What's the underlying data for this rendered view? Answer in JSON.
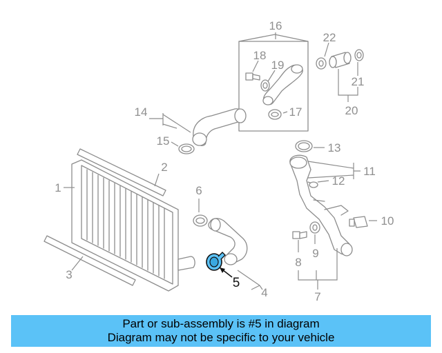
{
  "diagram": {
    "callouts": [
      "16",
      "22",
      "18",
      "19",
      "21",
      "20",
      "17",
      "14",
      "15",
      "13",
      "11",
      "12",
      "2",
      "1",
      "6",
      "10",
      "3",
      "5",
      "8",
      "9",
      "4",
      "7"
    ],
    "highlighted_part": "5",
    "highlight_color": "#5bc2f7",
    "line_color": "#8c8c8c"
  },
  "banner": {
    "line1": "Part or sub-assembly is #5 in diagram",
    "line2": "Diagram may not be specific to your vehicle",
    "background": "#5bc2f7"
  }
}
